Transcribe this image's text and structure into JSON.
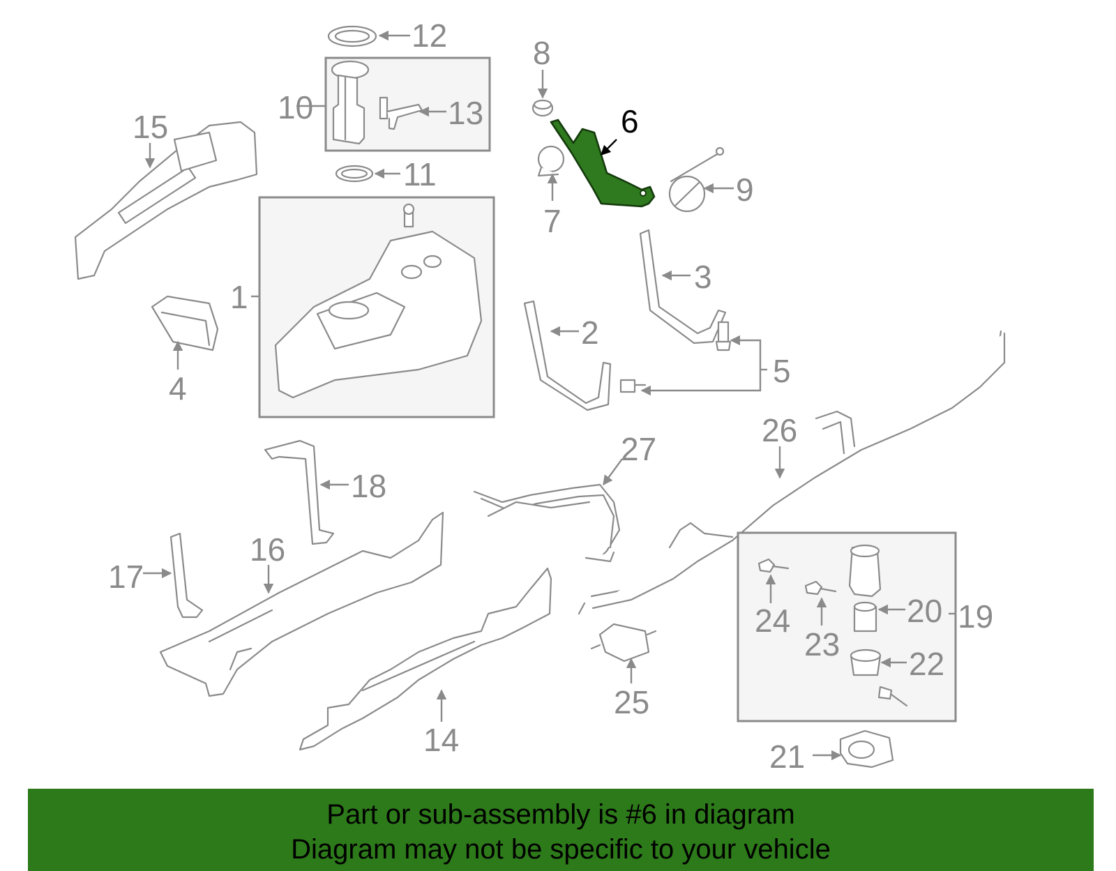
{
  "callouts": {
    "n1": "1",
    "n2": "2",
    "n3": "3",
    "n4": "4",
    "n5": "5",
    "n6": "6",
    "n7": "7",
    "n8": "8",
    "n9": "9",
    "n10": "10",
    "n11": "11",
    "n12": "12",
    "n13": "13",
    "n14": "14",
    "n15": "15",
    "n16": "16",
    "n17": "17",
    "n18": "18",
    "n19": "19",
    "n20": "20",
    "n21": "21",
    "n22": "22",
    "n23": "23",
    "n24": "24",
    "n25": "25",
    "n26": "26",
    "n27": "27"
  },
  "highlight": {
    "part": "6",
    "color": "#2d7a1a"
  },
  "banner": {
    "line1": "Part or sub-assembly is #6 in diagram",
    "line2": "Diagram may not be specific to your vehicle"
  }
}
